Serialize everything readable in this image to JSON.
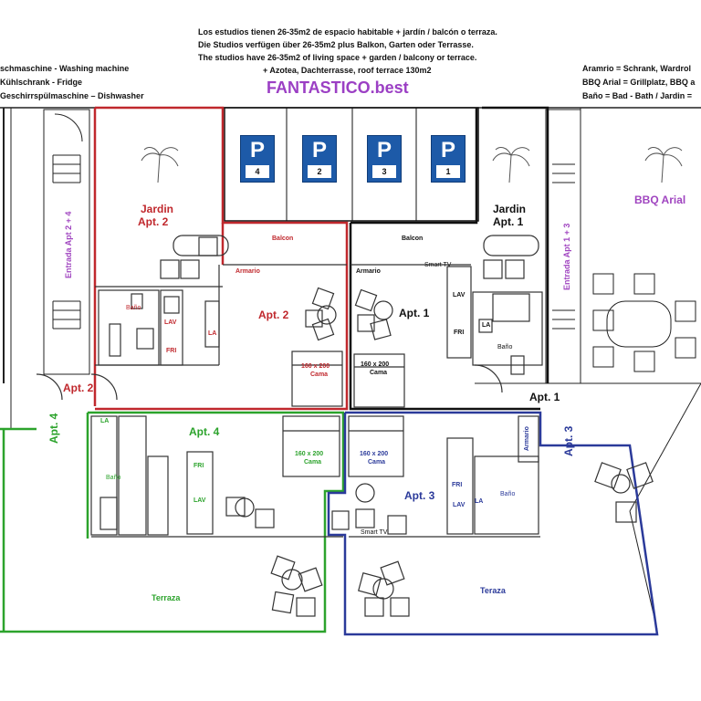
{
  "header": {
    "line1": "Los estudios tienen 26-35m2 de espacio habitable + jardín / balcón o terraza.",
    "line2": "Die Studios verfügen über 26-35m2 plus Balkon, Garten oder Terrasse.",
    "line3": "The studios have 26-35m2 of living space + garden / balcony or terrace.",
    "line4": "+ Azotea, Dachterrasse, roof terrace 130m2",
    "brand": "FANTASTICO.best"
  },
  "legend_left": {
    "l1": "schmaschine - Washing machine",
    "l2": "Kühlschrank - Fridge",
    "l3": "Geschirrspülmaschine – Dishwasher"
  },
  "legend_right": {
    "l1": "Aramrio = Schrank, Wardrol",
    "l2": "BBQ Arial = Grillplatz, BBQ a",
    "l3": "Baño = Bad - Bath / Jardin ="
  },
  "parking": [
    "4",
    "2",
    "3",
    "1"
  ],
  "labels": {
    "jardin_apt2": "Jardin\nApt. 2",
    "jardin_apt2_a": "Jardin",
    "jardin_apt2_b": "Apt. 2",
    "jardin_apt1_a": "Jardin",
    "jardin_apt1_b": "Apt. 1",
    "bbq": "BBQ Arial",
    "entrada_24": "Entrada Apt 2 + 4",
    "entrada_13": "Entrada Apt 1 + 3",
    "balcon": "Balcon",
    "armario": "Armario",
    "smart_tv": "Smart TV",
    "apt1": "Apt. 1",
    "apt2": "Apt. 2",
    "apt3": "Apt. 3",
    "apt4": "Apt. 4",
    "bano": "Baño",
    "lav": "LAV",
    "fri": "FRI",
    "la": "LA",
    "cama_size": "160 x 200",
    "cama": "Cama",
    "terraza": "Terraza",
    "teraza": "Teraza"
  },
  "colors": {
    "apt1": "#111111",
    "apt2": "#c0282d",
    "apt3": "#2b3a9a",
    "apt4": "#2ca32c",
    "brand": "#9b3fc4",
    "parking": "#1d5aa8"
  }
}
